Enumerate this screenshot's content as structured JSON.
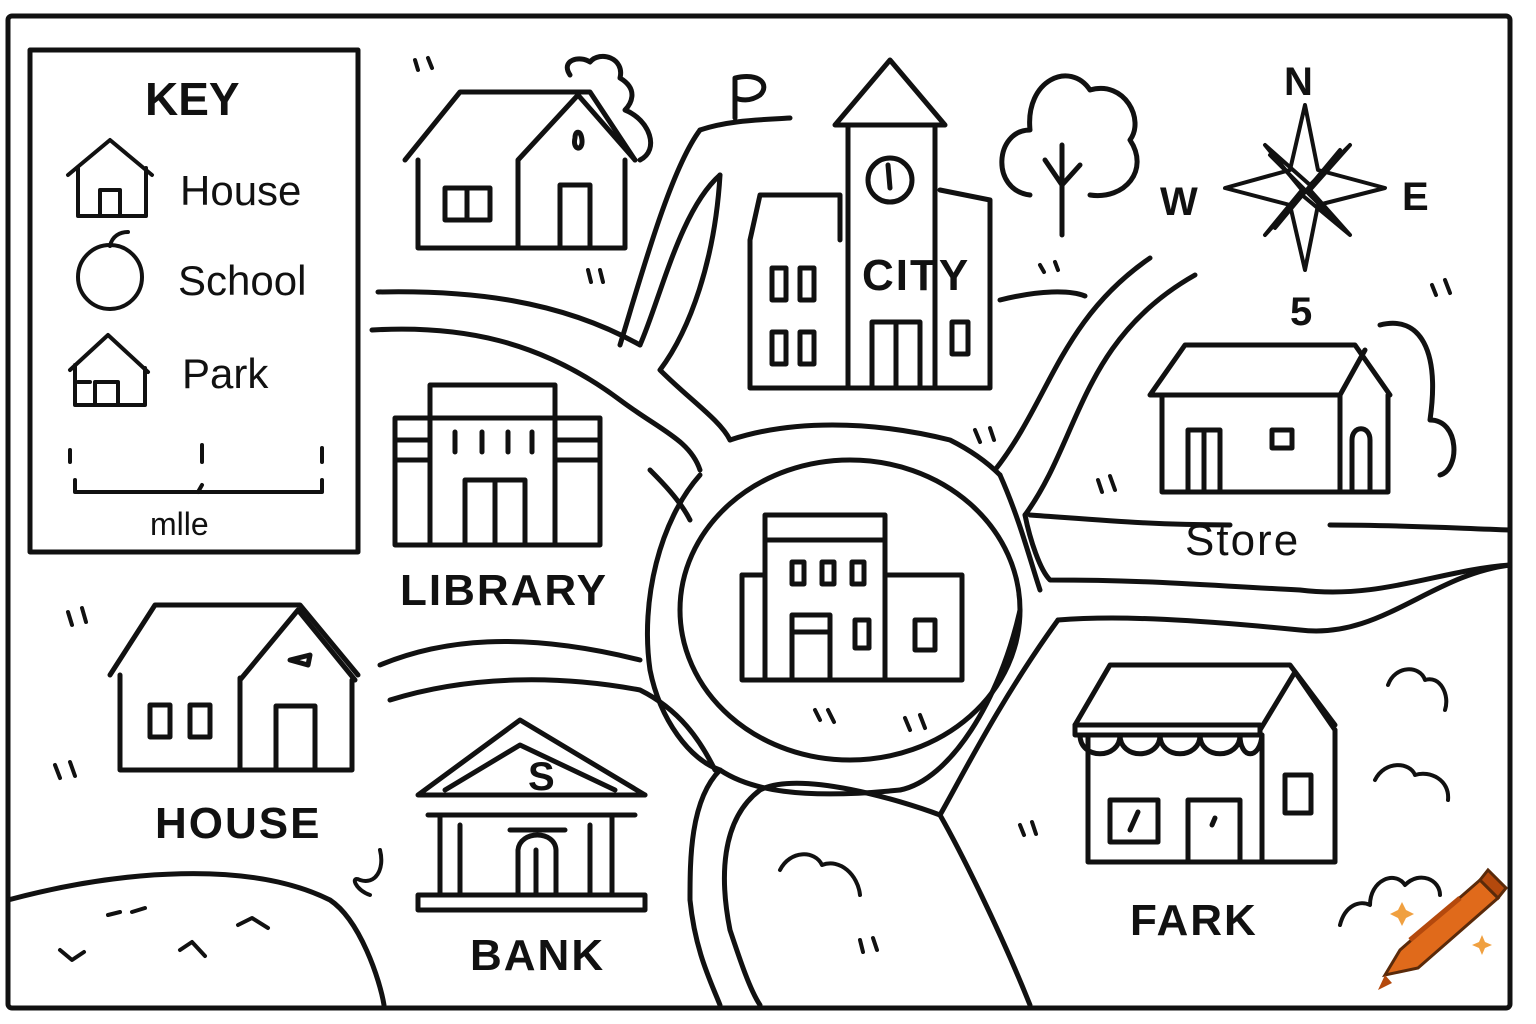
{
  "key": {
    "title": "KEY",
    "items": [
      {
        "label": "House",
        "icon": "house-icon"
      },
      {
        "label": "School",
        "icon": "apple-icon"
      },
      {
        "label": "Park",
        "icon": "house-icon"
      }
    ],
    "scale_label": "mlle"
  },
  "compass": {
    "n": "N",
    "w": "W",
    "e": "E",
    "s": "5"
  },
  "places": {
    "city": "CITY",
    "library": "LIBRARY",
    "store": "Store",
    "house": "HOUSE",
    "bank": "BANK",
    "bank_sign": "S",
    "fark": "FARK",
    "flag": "P"
  },
  "colors": {
    "ink": "#111111",
    "paper": "#ffffff",
    "crayon": "#e06a1b",
    "crayon_dark": "#b4490d",
    "sparkle": "#f0a040"
  },
  "icons": [
    "house-icon",
    "apple-icon",
    "compass-rose-icon",
    "tree-icon",
    "flag-icon",
    "crayon-icon",
    "bush-icon"
  ]
}
